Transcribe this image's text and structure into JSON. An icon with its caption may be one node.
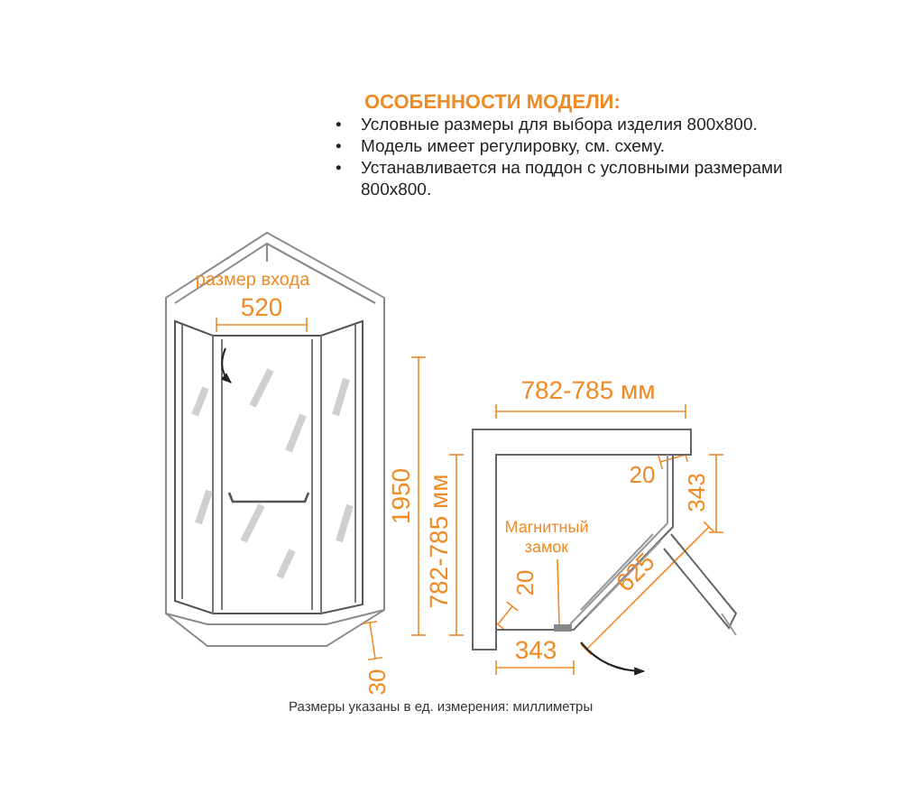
{
  "diagram": {
    "title": "ОСОБЕННОСТИ МОДЕЛИ:",
    "caption": "Размеры указаны в ед. измерения: миллиметры",
    "nodes": [
      {
        "text": [
          "Магнитный замок"
        ]
      },
      {
        "text": [],
        "shape": "box"
      }
    ],
    "edges": [
      {
        "from": 0,
        "to": 1,
        "arrow": "none"
      }
    ],
    "labels": [
      "•",
      "Условные размеры для выбора изделия 800x800.",
      "•",
      "Модель имеет регулировку, см. схему.",
      "•",
      "Устанавливается на поддон с условными размерами 800x800.",
      "размер входа",
      "520",
      "1950",
      "782-785 мм",
      "30",
      "782-785 мм",
      "20",
      "343",
      "20",
      "343",
      "625"
    ]
  }
}
